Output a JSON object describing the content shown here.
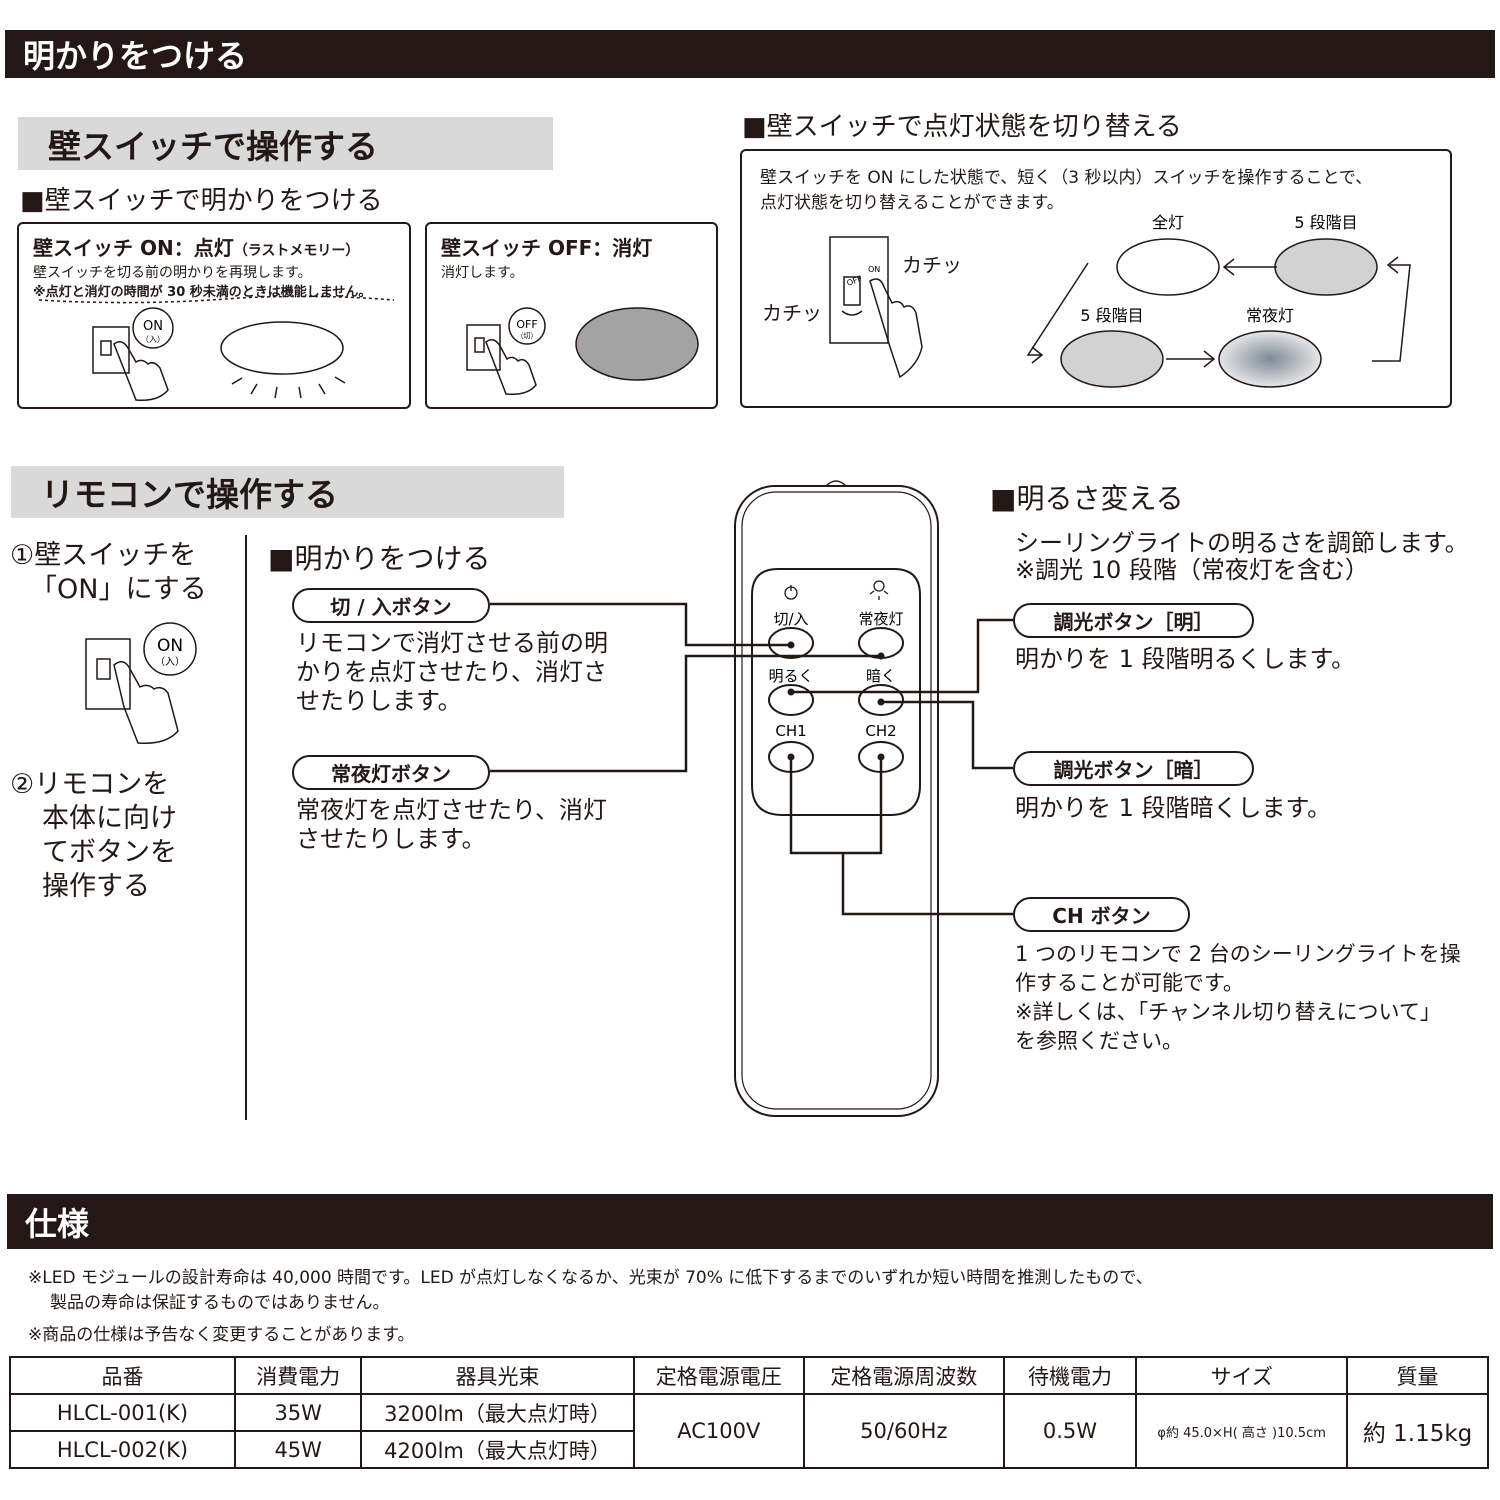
{
  "section_light": "明かりをつける",
  "wall": {
    "heading": "壁スイッチで操作する",
    "sub": "■壁スイッチで明かりをつける",
    "on_title": "壁スイッチ ON：点灯",
    "on_title_small": "（ラストメモリー）",
    "on_desc": "壁スイッチを切る前の明かりを再現します。",
    "on_note": "※点灯と消灯の時間が 30 秒未満のときは機能しません。",
    "on_badge": "ON",
    "on_badge_small": "（入）",
    "off_title": "壁スイッチ OFF：消灯",
    "off_desc": "消灯します。",
    "off_badge": "OFF",
    "off_badge_small": "（切）",
    "toggle_heading": "■壁スイッチで点灯状態を切り替える",
    "toggle_desc1": "壁スイッチを ON にした状態で、短く（3 秒以内）スイッチを操作することで、",
    "toggle_desc2": "点灯状態を切り替えることができます。",
    "click1": "カチッ",
    "click2": "カチッ",
    "switch_off": "OFF",
    "switch_on": "ON",
    "cycle": {
      "full": "全灯",
      "step5_top": "5 段階目",
      "step5_bottom": "5 段階目",
      "night": "常夜灯"
    }
  },
  "remote": {
    "heading": "リモコンで操作する",
    "step1_line1": "①壁スイッチを",
    "step1_line2": "「ON」にする",
    "step1_badge": "ON",
    "step1_badge_small": "（入）",
    "step2_lines": [
      "②リモコンを",
      "本体に向け",
      "てボタンを",
      "操作する"
    ],
    "light_sub": "■明かりをつける",
    "btn_power_label": "切 / 入ボタン",
    "btn_power_desc": [
      "リモコンで消灯させる前の明",
      "かりを点灯させたり、消灯さ",
      "せたりします。"
    ],
    "btn_night_label": "常夜灯ボタン",
    "btn_night_desc": [
      "常夜灯を点灯させたり、消灯",
      "させたりします。"
    ],
    "bright_sub": "■明るさ変える",
    "bright_desc1": "シーリングライトの明るさを調節します。",
    "bright_desc2": "※調光 10 段階（常夜灯を含む）",
    "btn_up_label": "調光ボタン［明］",
    "btn_up_desc": "明かりを 1 段階明るくします。",
    "btn_down_label": "調光ボタン［暗］",
    "btn_down_desc": "明かりを 1 段階暗くします。",
    "btn_ch_label": "CH ボタン",
    "btn_ch_desc": [
      "1 つのリモコンで 2 台のシーリングライトを操",
      "作することが可能です。",
      "※詳しくは、「チャンネル切り替えについて」",
      "を参照ください。"
    ],
    "keys": {
      "power": "切/入",
      "night": "常夜灯",
      "bright": "明るく",
      "dark": "暗く",
      "ch1": "CH1",
      "ch2": "CH2"
    }
  },
  "spec": {
    "heading": "仕様",
    "note1_line1": "※LED モジュールの設計寿命は 40,000 時間です。LED が点灯しなくなるか、光束が 70% に低下するまでのいずれか短い時間を推測したもので、",
    "note1_line2": "製品の寿命は保証するものではありません。",
    "note2": "※商品の仕様は予告なく変更することがあります。",
    "headers": [
      "品番",
      "消費電力",
      "器具光束",
      "定格電源電圧",
      "定格電源周波数",
      "待機電力",
      "サイズ",
      "質量"
    ],
    "rows": [
      [
        "HLCL-001(K)",
        "35W",
        "3200lm（最大点灯時）"
      ],
      [
        "HLCL-002(K)",
        "45W",
        "4200lm（最大点灯時）"
      ]
    ],
    "shared": {
      "voltage": "AC100V",
      "frequency": "50/60Hz",
      "standby": "0.5W",
      "size": "φ約 45.0×H( 高さ )10.5cm",
      "weight": "約 1.15kg"
    }
  }
}
